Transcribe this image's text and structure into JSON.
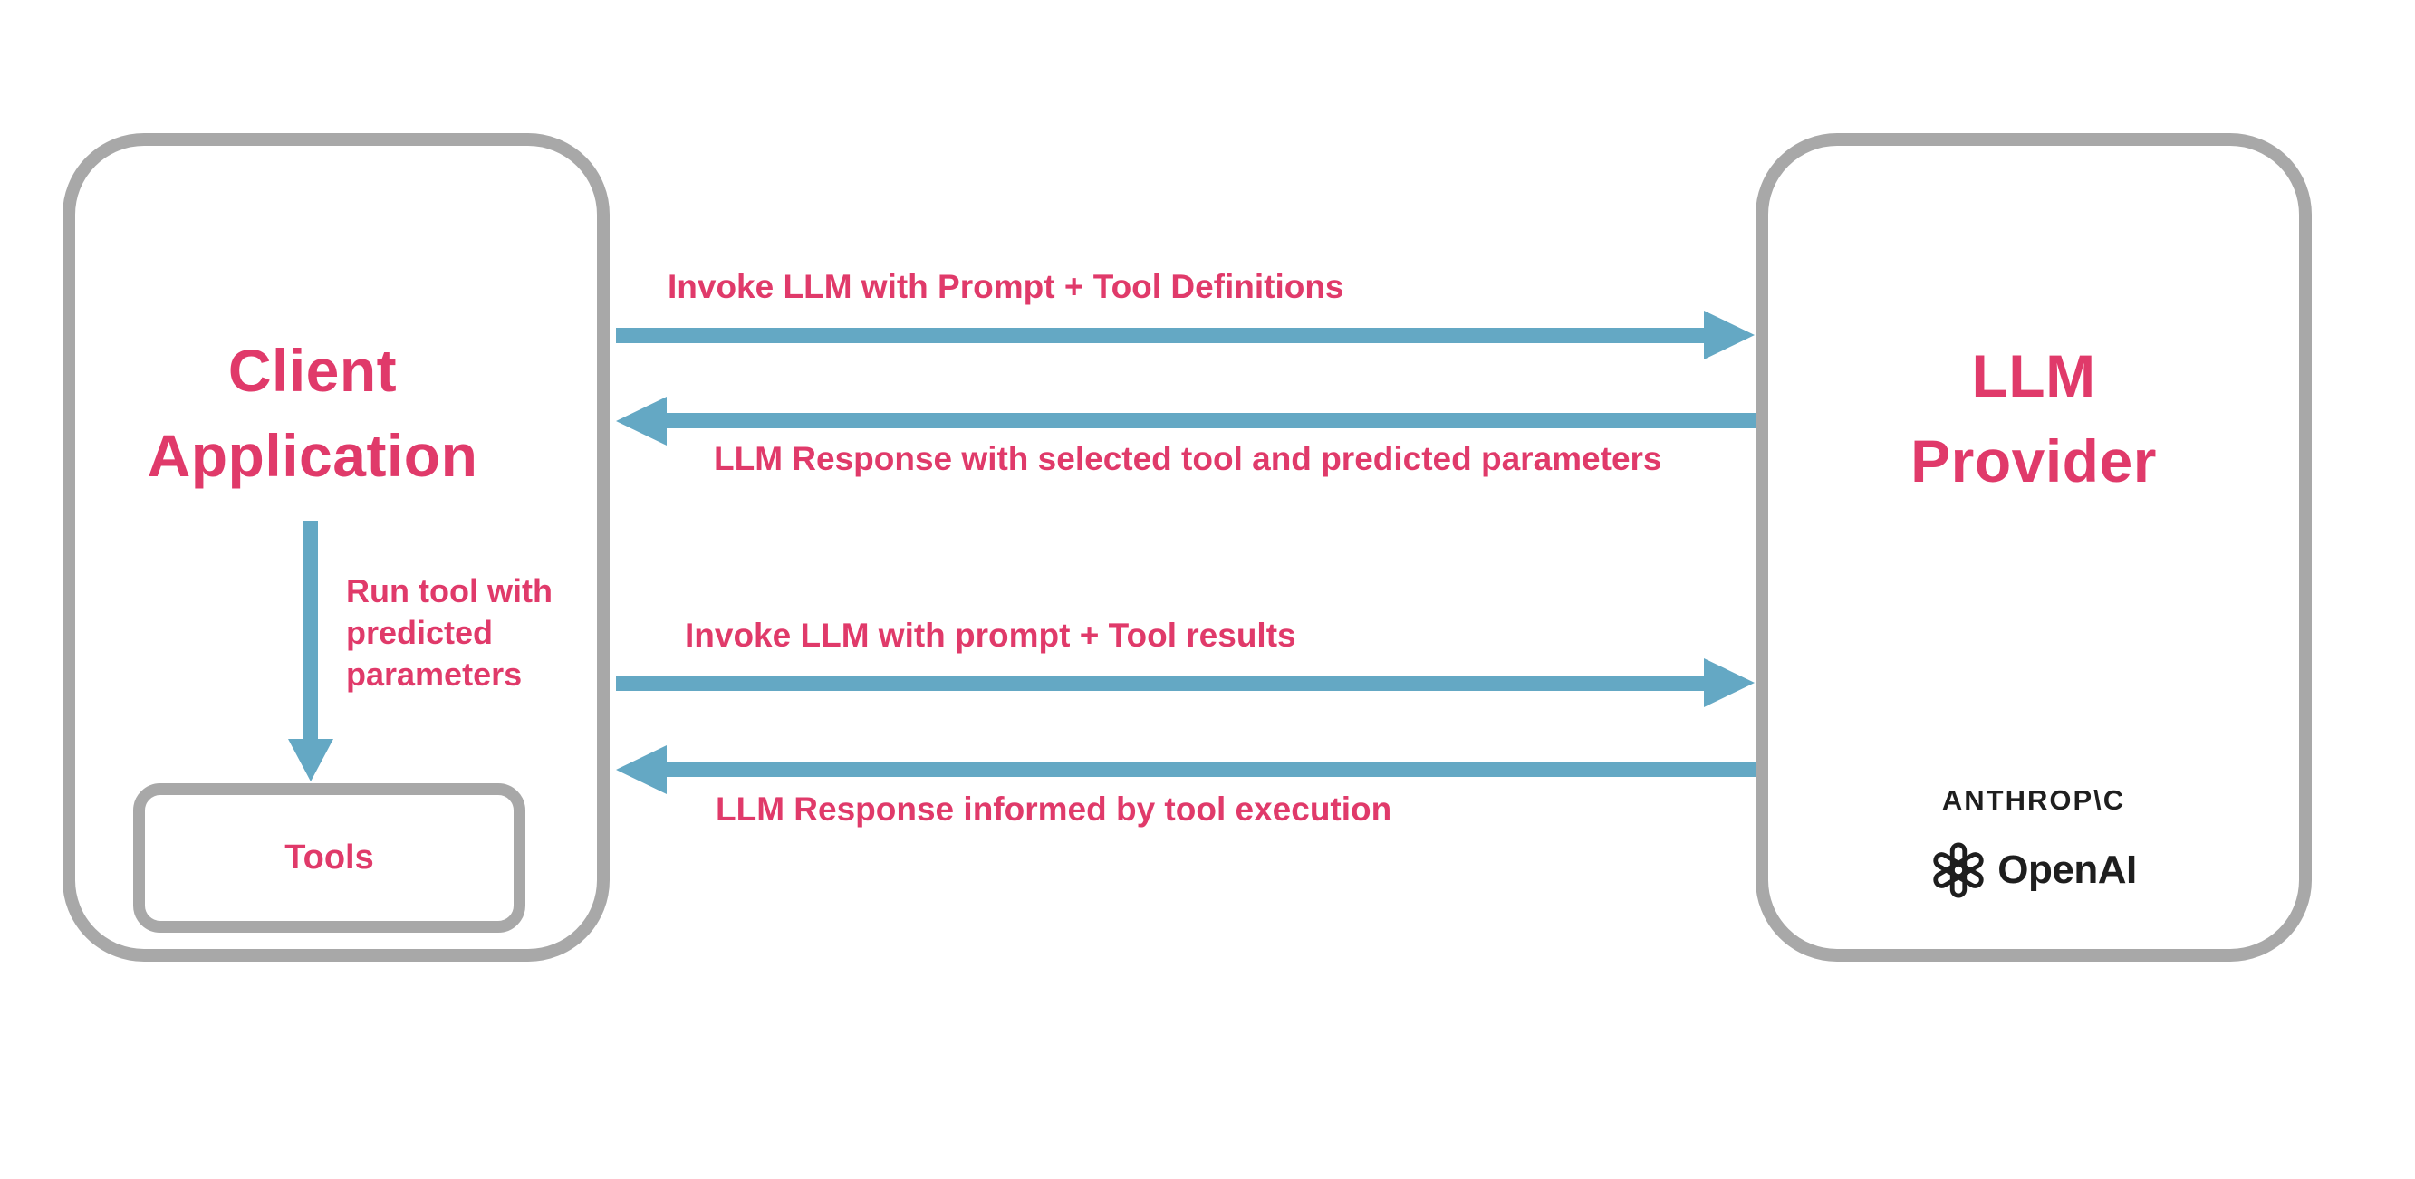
{
  "colors": {
    "accent_pink": "#e03a6a",
    "arrow_blue": "#64a8c4",
    "border_gray": "#a8a8a8",
    "logo_black": "#1e1e1e",
    "background": "#ffffff"
  },
  "client_box": {
    "title_lines": [
      "Client",
      "Application"
    ],
    "run_tool_label_lines": [
      "Run tool with",
      "predicted",
      "parameters"
    ],
    "tools_label": "Tools"
  },
  "provider_box": {
    "title_lines": [
      "LLM",
      "Provider"
    ],
    "anthropic_logo_text": "ANTHROP\\C",
    "openai_logo_text": "OpenAI"
  },
  "messages": [
    {
      "direction": "right",
      "label": "Invoke LLM with Prompt + Tool Definitions"
    },
    {
      "direction": "left",
      "label": "LLM Response with selected tool and predicted parameters"
    },
    {
      "direction": "right",
      "label": "Invoke LLM with prompt + Tool results"
    },
    {
      "direction": "left",
      "label": "LLM Response informed by tool execution"
    }
  ]
}
